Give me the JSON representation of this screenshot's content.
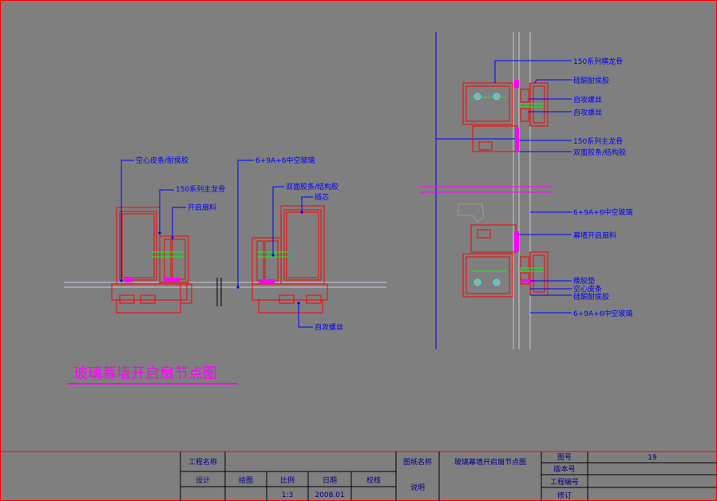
{
  "drawing": {
    "title": "玻璃幕墙开启扇节点图",
    "left_detail": {
      "labels": {
        "weatherstrip": "空心皮条/耐侯胶",
        "mullion": "150系列主龙骨",
        "opening_sash": "开启扇料",
        "glass": "6+9A+6中空玻璃",
        "tape": "双面胶条/结构胶",
        "insert": "插芯",
        "screw": "自攻螺丝"
      }
    },
    "right_detail": {
      "labels": {
        "transom_a": "150系列横龙骨",
        "sealant_a": "硅酮耐侯胶",
        "screw_a": "自攻螺丝",
        "screw_b": "自攻螺丝",
        "mullion_a": "150系列主龙骨",
        "tape_a": "双面胶条/结构胶",
        "glass_a": "6+9A+6中空玻璃",
        "sash_frame": "幕墙开启扇料",
        "rubber_pad": "橡胶垫",
        "hollow_strip": "空心皮条",
        "sealant_b": "硅酮耐侯胶",
        "glass_b": "6+9A+6中空玻璃"
      }
    }
  },
  "title_block": {
    "project_name_label": "工程名称",
    "design_label": "设计",
    "drawn_label": "绘图",
    "scale_label": "比例",
    "date_label": "日期",
    "check_label": "校核",
    "scale_value": "1:3",
    "date_value": "2008.01",
    "drawing_name_label": "图纸名称",
    "drawing_name_value": "玻璃幕墙开启扇节点图",
    "notes_label": "说明",
    "drawing_no_label": "图号",
    "drawing_no_value": "19",
    "version_label": "版本号",
    "project_no_label": "工程编号",
    "revision_label": "修订"
  },
  "colors": {
    "background": "#7f7f7f",
    "frame": "#ff0000",
    "leader": "#0000ff",
    "label": "#0000ff",
    "title": "#ff00ff",
    "glass": "#c8c8dc",
    "table_text": "#000080"
  }
}
